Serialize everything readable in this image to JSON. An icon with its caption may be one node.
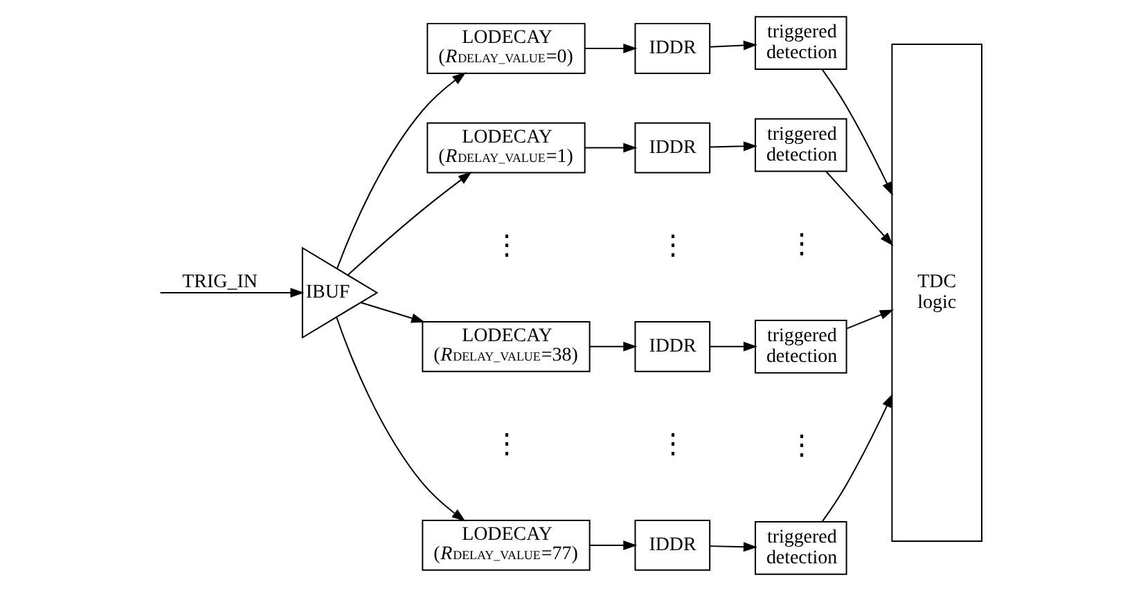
{
  "diagram": {
    "nodes": [
      {
        "text": [
          "IBUF"
        ]
      },
      {
        "text": [
          "LODECAY (*R*$_{DELAY_VALUE}$=0)"
        ]
      },
      {
        "text": [
          "IDDR"
        ]
      },
      {
        "text": [
          "triggered detection"
        ]
      },
      {
        "text": [
          "LODECAY (*R*$_{DELAY_VALUE}$=1)"
        ]
      },
      {
        "text": [
          "IDDR"
        ]
      },
      {
        "text": [
          "triggered detection"
        ]
      },
      {
        "text": [
          "LODECAY (*R*$_{DELAY_VALUE}$=38)"
        ]
      },
      {
        "text": [
          "IDDR"
        ]
      },
      {
        "text": [
          "triggered detection"
        ]
      },
      {
        "text": [
          "LODECAY (*R*$_{DELAY_VALUE}$=77)"
        ]
      },
      {
        "text": [
          "IDDR"
        ]
      },
      {
        "text": [
          "triggered detection"
        ]
      },
      {
        "text": [
          "TDC logic"
        ]
      }
    ],
    "edges": [
      {
        "from": null,
        "to": 0,
        "arrow": "to",
        "label": "TRIG_IN"
      },
      {
        "from": 0,
        "to": 1,
        "arrow": "to"
      },
      {
        "from": 0,
        "to": 4,
        "arrow": "to"
      },
      {
        "from": 0,
        "to": 7,
        "arrow": "to"
      },
      {
        "from": 0,
        "to": 10,
        "arrow": "to"
      },
      {
        "from": 1,
        "to": 2,
        "arrow": "to"
      },
      {
        "from": 2,
        "to": 3,
        "arrow": "to"
      },
      {
        "from": 3,
        "to": 13,
        "arrow": "to"
      },
      {
        "from": 4,
        "to": 5,
        "arrow": "to"
      },
      {
        "from": 5,
        "to": 6,
        "arrow": "to"
      },
      {
        "from": 6,
        "to": 13,
        "arrow": "to"
      },
      {
        "from": 7,
        "to": 8,
        "arrow": "to"
      },
      {
        "from": 8,
        "to": 9,
        "arrow": "to"
      },
      {
        "from": 9,
        "to": 13,
        "arrow": "to"
      },
      {
        "from": 10,
        "to": 11,
        "arrow": "to"
      },
      {
        "from": 11,
        "to": 12,
        "arrow": "to"
      },
      {
        "from": 12,
        "to": 13,
        "arrow": "to"
      }
    ],
    "labels": [
      "⋮",
      "⋮",
      "⋮",
      "⋮",
      "⋮",
      "⋮"
    ]
  }
}
